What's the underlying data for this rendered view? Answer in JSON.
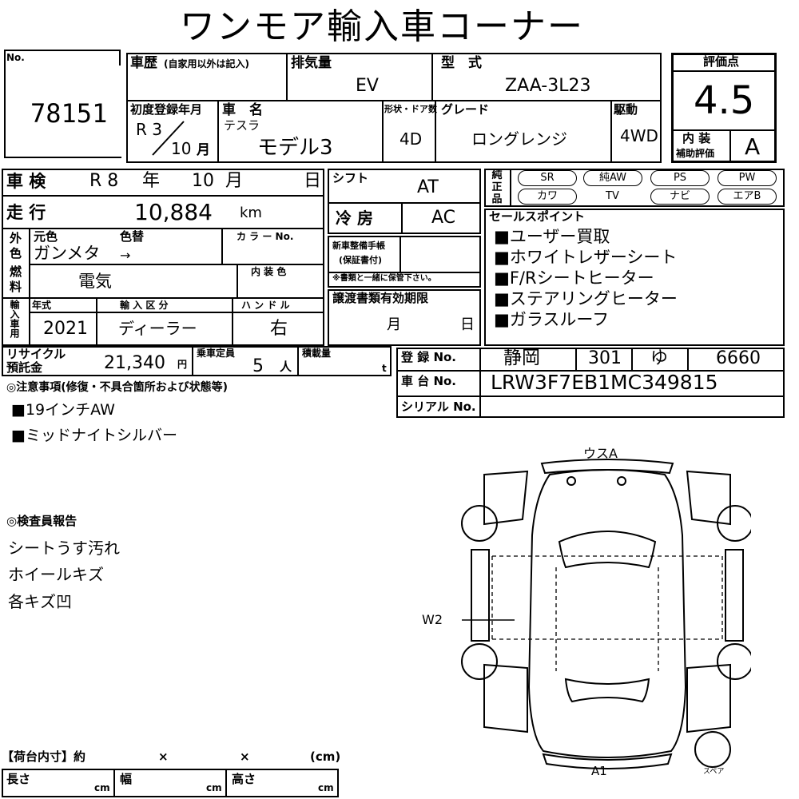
{
  "title": "ワンモア輸入車コーナー",
  "header": {
    "no_label": "No.",
    "no_value": "78151",
    "history_label": "車歴",
    "history_note": "(自家用以外は記入)",
    "displacement_label": "排気量",
    "displacement_value": "EV",
    "model_label": "型　式",
    "model_value": "ZAA-3L23",
    "first_reg_label": "初度登録年月",
    "first_reg_era": "R 3",
    "first_reg_month": "10",
    "month_suffix": "月",
    "car_name_label": "車　名",
    "maker": "テスラ",
    "car_name": "モデル3",
    "shape_label": "形状・ドア数",
    "shape_value": "4D",
    "grade_label": "グレード",
    "grade_value": "ロングレンジ",
    "drive_label": "駆動",
    "drive_value": "4WD",
    "score_label": "評価点",
    "score_value": "4.5",
    "interior_label": "内 装",
    "interior_sub_label": "補助評価",
    "interior_value": "A"
  },
  "details": {
    "inspection_label": "車 検",
    "inspection_era": "R 8",
    "year_suffix": "年",
    "inspection_month": "10",
    "month_suffix": "月",
    "day_suffix": "日",
    "mileage_label": "走 行",
    "mileage_value": "10,884",
    "mileage_unit": "km",
    "color_label_1": "外",
    "color_label_2": "色",
    "orig_color_label": "元色",
    "repaint_label": "色替",
    "color_no_label": "カ ラ ー No.",
    "orig_color_value": "ガンメタ",
    "arrow": "→",
    "fuel_label_1": "燃",
    "fuel_label_2": "料",
    "fuel_value": "電気",
    "interior_color_label": "内 装 色",
    "import_label": "輸入車用",
    "year_label": "年式",
    "year_value": "2021",
    "import_type_label": "輸 入 区 分",
    "import_type_value": "ディーラー",
    "handle_label": "ハ ン ド ル",
    "handle_value": "右",
    "recycle_label_1": "リサイクル",
    "recycle_label_2": "預託金",
    "recycle_value": "21,340",
    "yen": "円",
    "capacity_label": "乗車定員",
    "capacity_value": "5",
    "person_unit": "人",
    "load_label": "積載量",
    "ton_unit": "t"
  },
  "mid": {
    "shift_label": "シフト",
    "shift_value": "AT",
    "ac_label": "冷 房",
    "ac_value": "AC",
    "manual_label_1": "新車整備手帳",
    "manual_label_2": "(保証書付)",
    "manual_note": "※書類と一緒に保管下さい。",
    "transfer_label": "譲渡書類有効期限",
    "month_suffix": "月",
    "day_suffix": "日"
  },
  "equipment": {
    "label": [
      "純",
      "正",
      "品"
    ],
    "row1": [
      "SR",
      "純AW",
      "PS",
      "PW"
    ],
    "row2": [
      "カワ",
      "TV",
      "ナビ",
      "エアB"
    ]
  },
  "sales_points": {
    "label": "セールスポイント",
    "items": [
      "■ユーザー買取",
      "■ホワイトレザーシート",
      "■F/Rシートヒーター",
      "■ステアリングヒーター",
      "■ガラスルーフ"
    ]
  },
  "registration": {
    "reg_label": "登 録 No.",
    "reg_area": "静岡",
    "reg_class": "301",
    "reg_kana": "ゆ",
    "reg_number": "6660",
    "chassis_label": "車 台 No.",
    "chassis_value": "LRW3F7EB1MC349815",
    "serial_label": "シリアル No."
  },
  "notes": {
    "label": "◎注意事項(修復・不具合箇所および状態等)",
    "items": [
      "■19インチAW",
      "■ミッドナイトシルバー"
    ]
  },
  "inspector": {
    "label": "◎検査員報告",
    "items": [
      "シートうす汚れ",
      "ホイールキズ",
      "各キズ凹"
    ]
  },
  "diagram": {
    "front_mark": "ウスA",
    "rear_mark": "A1",
    "side_mark": "W2",
    "spare_label": "スペア"
  },
  "cargo": {
    "label": "【荷台内寸】約",
    "times": "×",
    "unit_label": "(cm)",
    "length_label": "長さ",
    "width_label": "幅",
    "height_label": "高さ",
    "cm": "cm"
  }
}
